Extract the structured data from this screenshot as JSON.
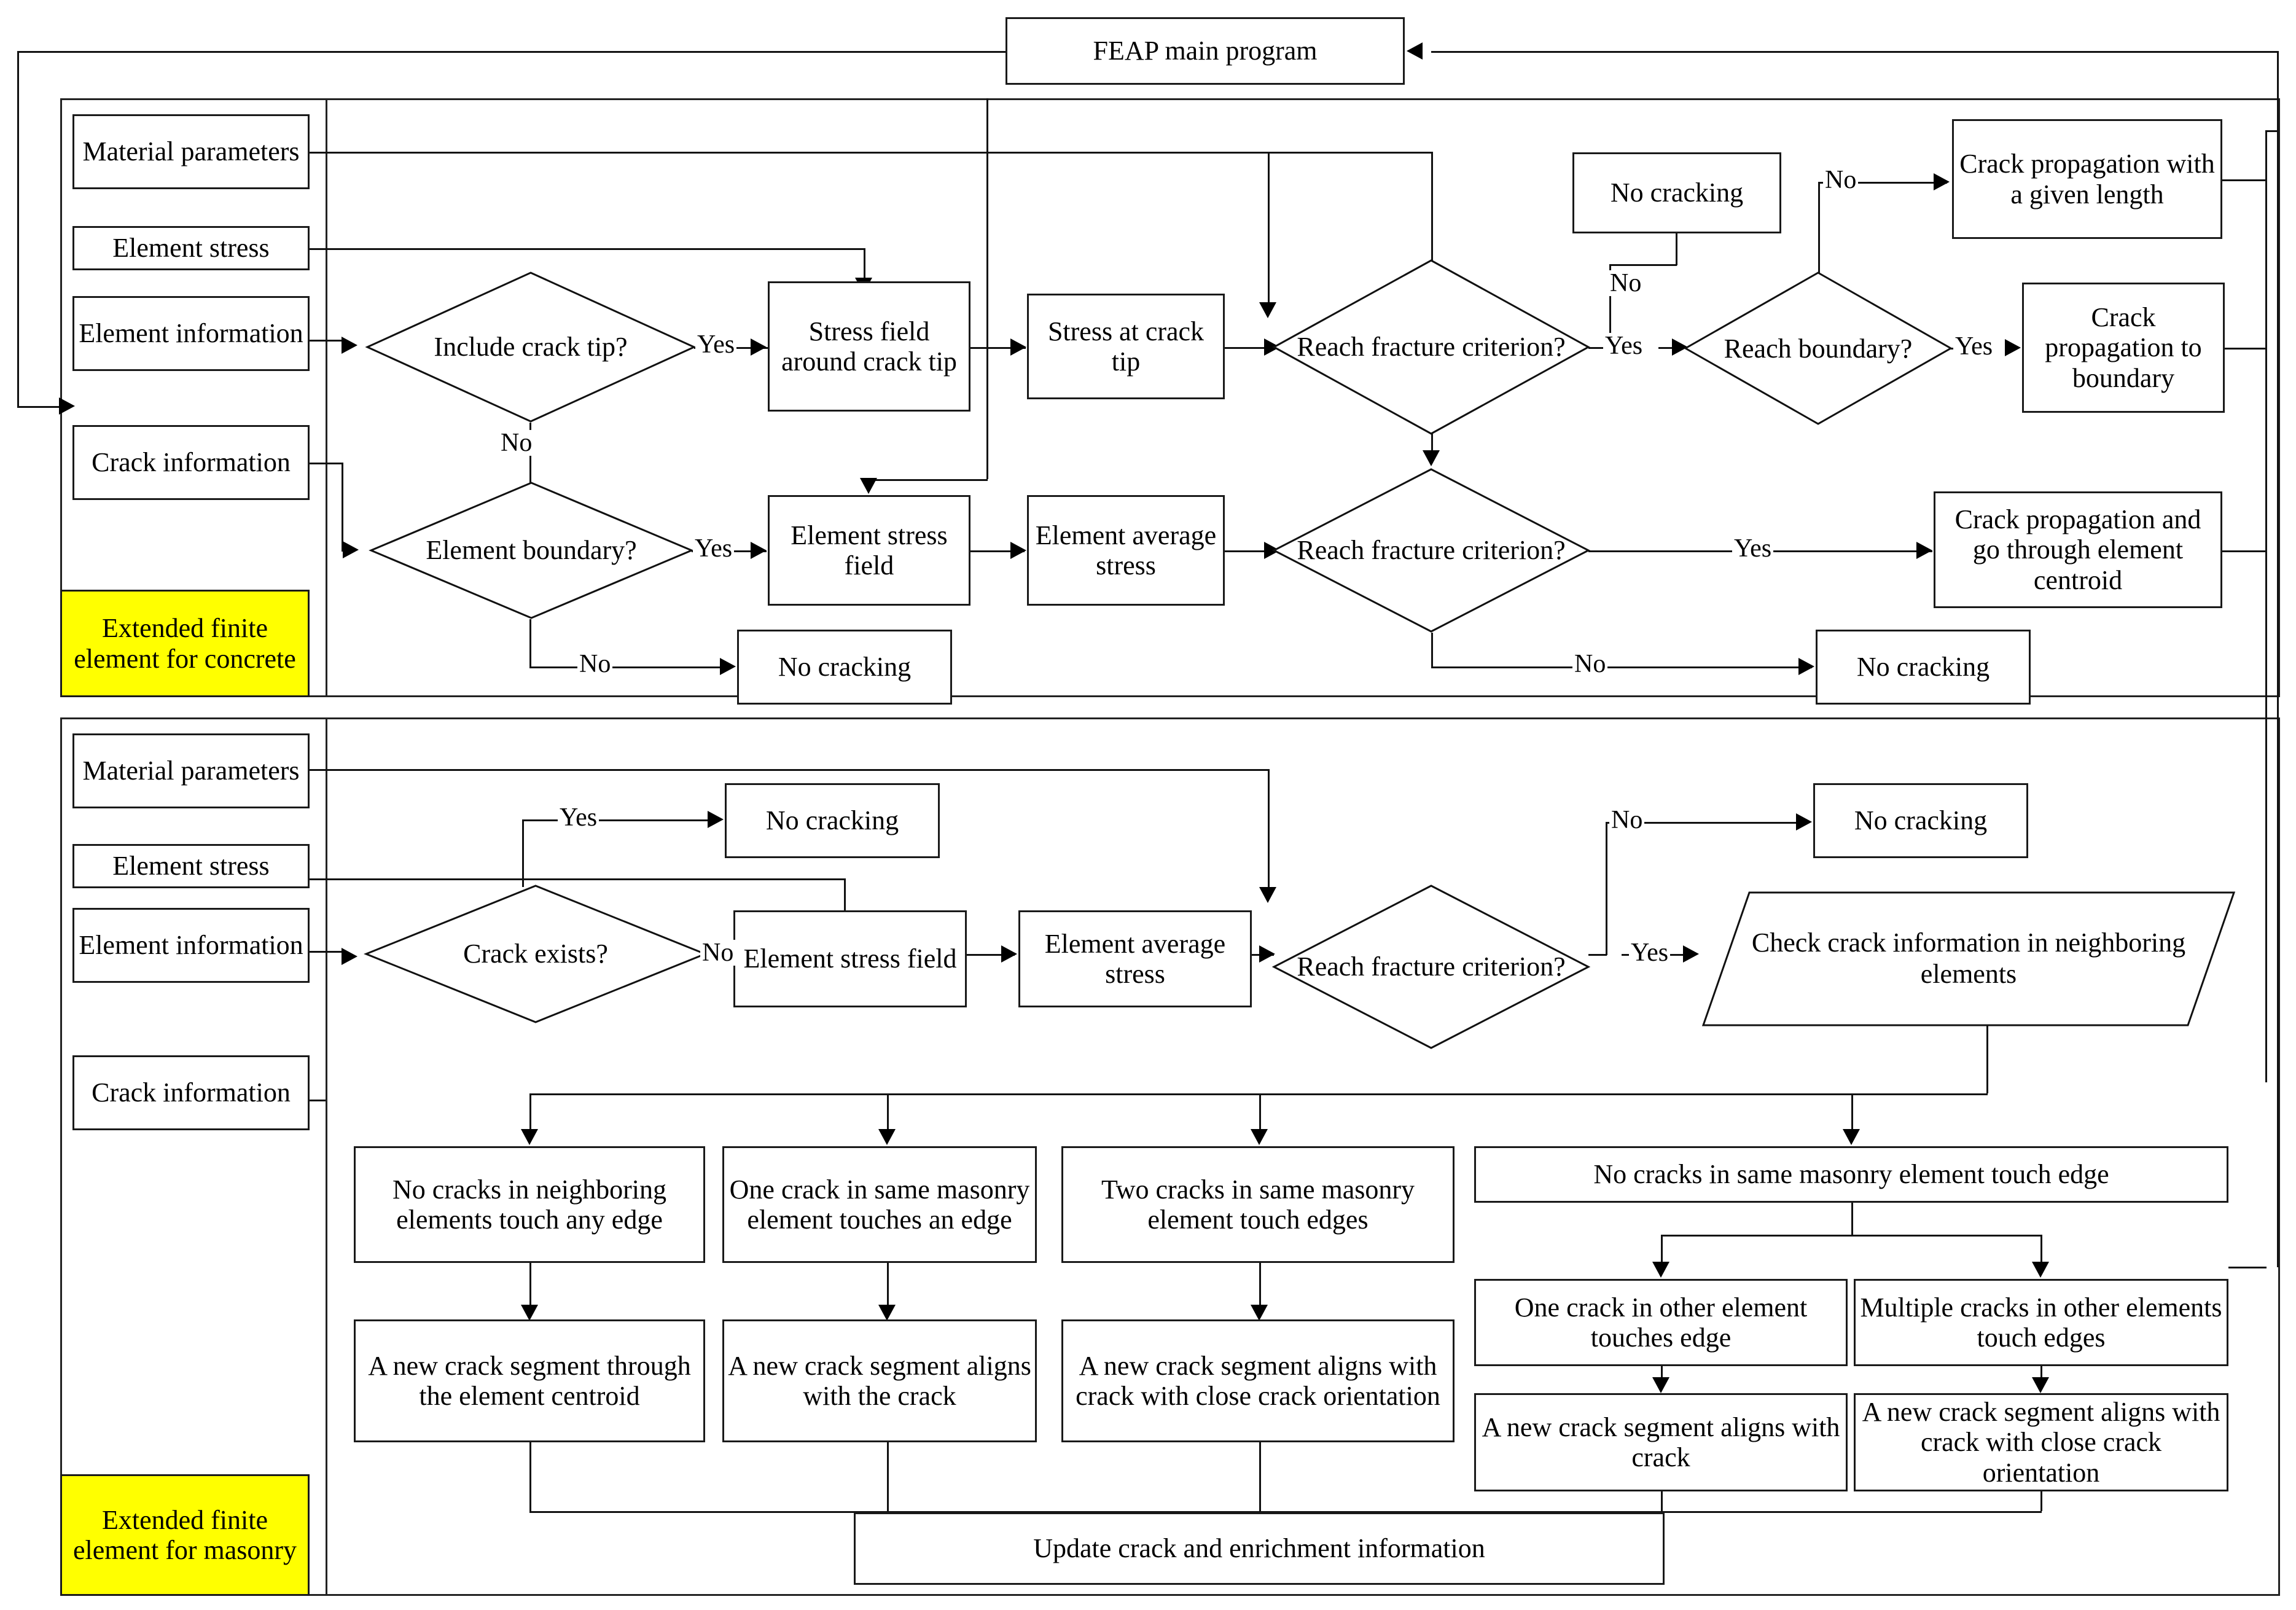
{
  "diagram": {
    "title": "FEAP main program",
    "top_node": {
      "label": "FEAP main program"
    },
    "concrete_section": {
      "banner": "Extended finite element for concrete",
      "inputs": [
        {
          "label": "Material parameters"
        },
        {
          "label": "Element stress"
        },
        {
          "label": "Element information"
        },
        {
          "label": "Crack information"
        }
      ],
      "nodes": {
        "include_crack_tip": "Include crack tip?",
        "stress_field_around_crack_tip": "Stress field around crack tip",
        "stress_at_crack_tip": "Stress at crack tip",
        "reach_fracture_criterion_1": "Reach fracture criterion?",
        "no_cracking_1": "No cracking",
        "reach_boundary": "Reach boundary?",
        "crack_prop_given_length": "Crack propagation with a given length",
        "crack_prop_to_boundary": "Crack propagation to boundary",
        "element_boundary": "Element boundary?",
        "element_stress_field": "Element stress field",
        "element_average_stress": "Element average stress",
        "reach_fracture_criterion_2": "Reach fracture criterion?",
        "crack_prop_centroid": "Crack propagation and go through element centroid",
        "no_cracking_2": "No cracking",
        "no_cracking_3": "No cracking"
      },
      "edges": {
        "yes_1": "Yes",
        "no_1": "No",
        "no_2": "No",
        "yes_2": "Yes",
        "no_3": "No",
        "yes_3": "Yes",
        "yes_4": "Yes",
        "no_4": "No",
        "yes_5": "Yes",
        "no_5": "No"
      }
    },
    "masonry_section": {
      "banner": "Extended finite element for masonry",
      "inputs": [
        {
          "label": "Material parameters"
        },
        {
          "label": "Element stress"
        },
        {
          "label": "Element information"
        },
        {
          "label": "Crack information"
        }
      ],
      "nodes": {
        "no_cracking_a": "No cracking",
        "no_cracking_b": "No cracking",
        "crack_exists": "Crack exists?",
        "element_stress_field": "Element stress field",
        "element_average_stress": "Element average stress",
        "reach_fracture_criterion": "Reach fracture criterion?",
        "check_crack_info": "Check crack information in neighboring elements",
        "case1": "No cracks in neighboring elements touch any edge",
        "case2": "One crack in same masonry element touches an edge",
        "case3": "Two cracks in same masonry element touch edges",
        "case4": "No cracks in same masonry element touch edge",
        "case4a": "One crack in other element touches edge",
        "case4b": "Multiple cracks in other elements touch edges",
        "res1": "A new crack segment through the element centroid",
        "res2": "A new crack segment aligns with the crack",
        "res3": "A new crack segment aligns with crack with close crack orientation",
        "res4a": "A new crack segment aligns with crack",
        "res4b": "A new crack segment aligns with crack with close crack orientation",
        "update": "Update crack and enrichment information"
      },
      "edges": {
        "yes_1": "Yes",
        "no_1": "No",
        "no_2": "No",
        "yes_2": "Yes"
      }
    },
    "colors": {
      "banner_fill": "#ffff00",
      "node_stroke": "#1a1a1a",
      "node_fill": "#ffffff",
      "connector": "#111111"
    }
  }
}
